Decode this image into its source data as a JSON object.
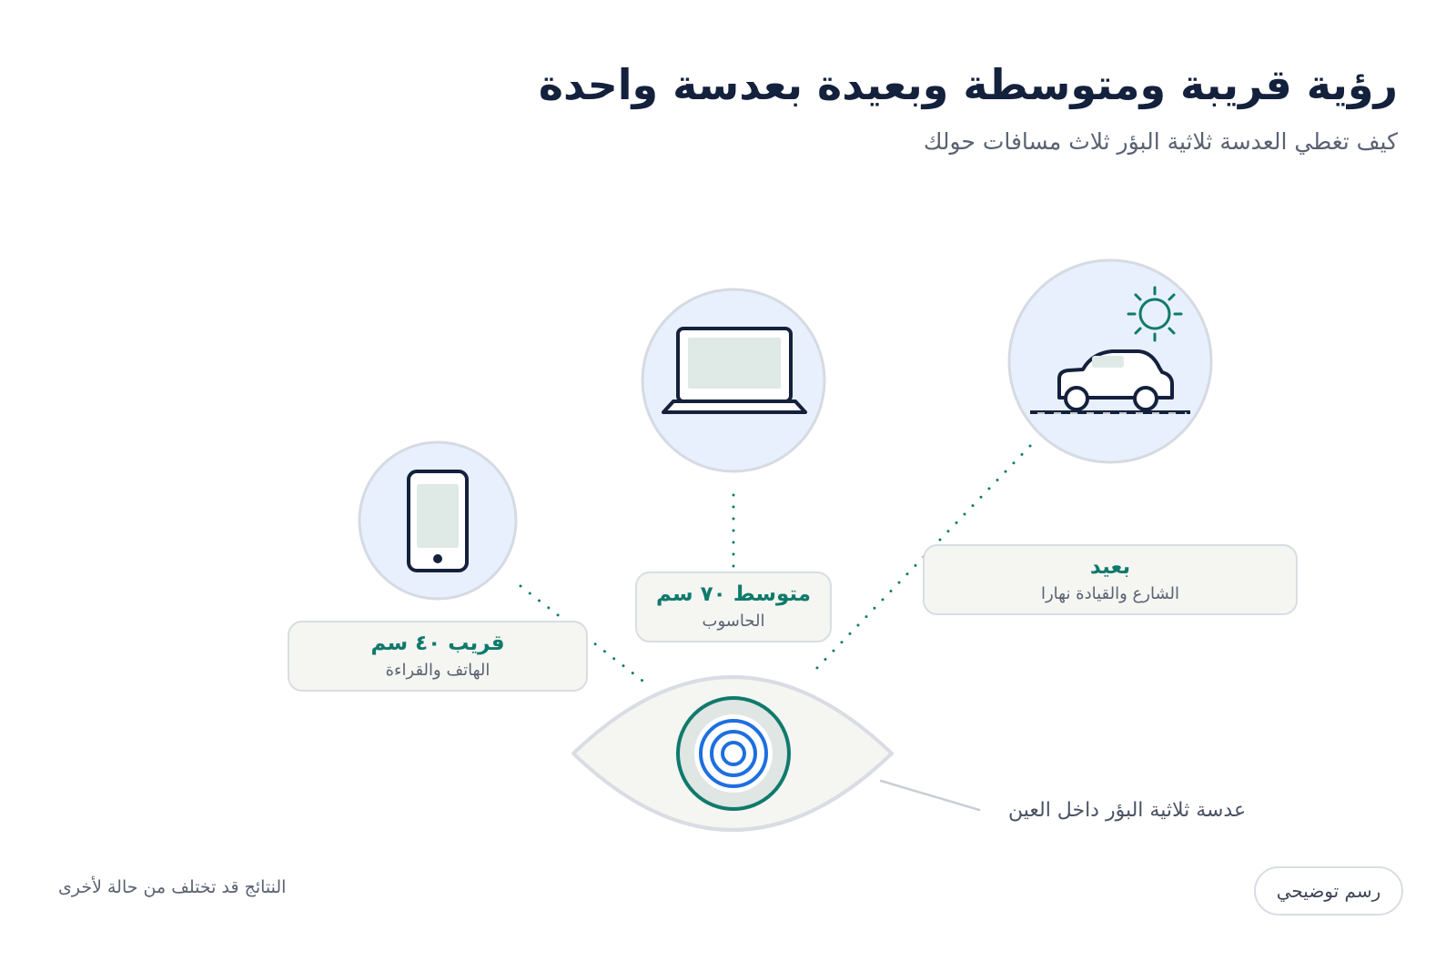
{
  "header": {
    "title": "رؤية قريبة ومتوسطة وبعيدة بعدسة واحدة",
    "subtitle": "كيف تغطي العدسة ثلاثية البؤر ثلاث مسافات حولك"
  },
  "distances": {
    "near": {
      "title": "قريب ٤٠ سم",
      "description": "الهاتف والقراءة",
      "icon": "smartphone-icon"
    },
    "intermediate": {
      "title": "متوسط ٧٠ سم",
      "description": "الحاسوب",
      "icon": "laptop-icon"
    },
    "far": {
      "title": "بعيد",
      "description": "الشارع والقيادة نهارا",
      "icon": "car-sun-icon"
    }
  },
  "eye": {
    "lens_caption": "عدسة ثلاثية البؤر داخل العين",
    "icon": "eye-icon"
  },
  "footer": {
    "note": "النتائج قد تختلف من حالة لأخرى",
    "badge": "رسم توضيحي"
  },
  "colors": {
    "title": "#14213d",
    "accent_teal": "#0f7a6c",
    "lens_blue": "#1e6fe0",
    "circle_fill": "#e8f0fd",
    "box_fill": "#f5f5f2",
    "border": "#d9dde3"
  }
}
